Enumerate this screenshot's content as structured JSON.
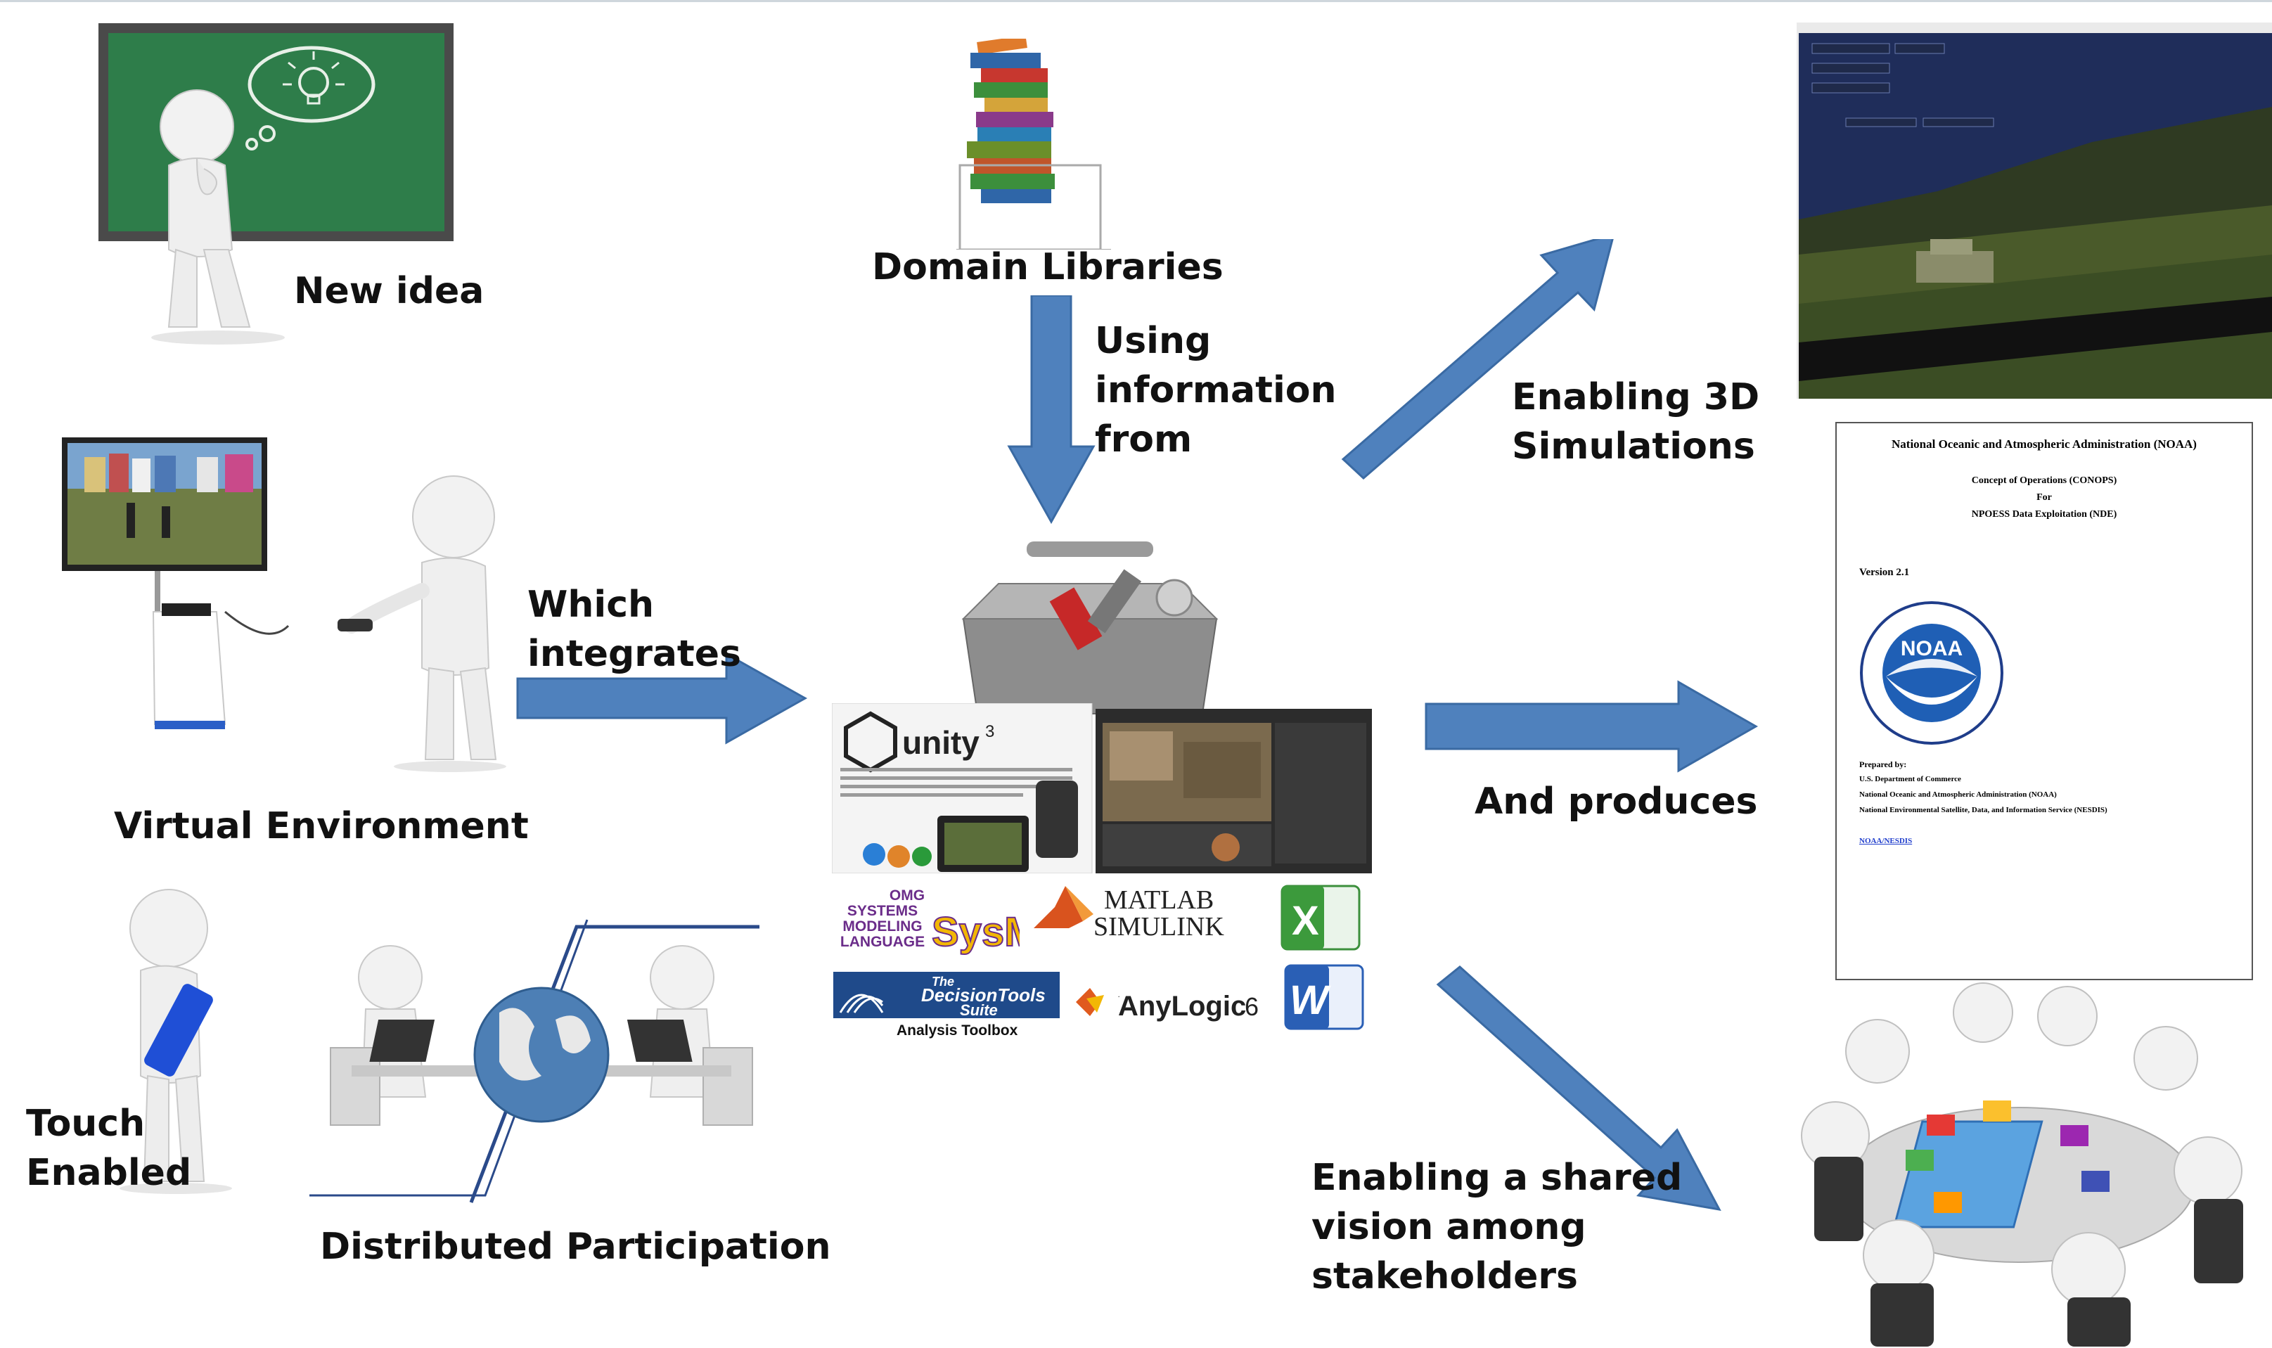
{
  "labels": {
    "new_idea": "New idea",
    "domain_libraries": "Domain Libraries",
    "using_info": [
      "Using",
      "information",
      "from"
    ],
    "which_integrates": [
      "Which",
      "integrates"
    ],
    "virtual_environment": "Virtual Environment",
    "touch_enabled": [
      "Touch",
      "Enabled"
    ],
    "distributed_participation": "Distributed Participation",
    "enabling_3d": [
      "Enabling 3D",
      "Simulations"
    ],
    "and_produces": "And produces",
    "shared_vision": [
      "Enabling a shared",
      "vision among",
      "stakeholders"
    ]
  },
  "tools": {
    "unity_logo": "unity",
    "unity_version": "3",
    "sysml": [
      "OMG",
      "SYSTEMS",
      "MODELING",
      "LANGUAGE"
    ],
    "sysml_mark": "SysML",
    "matlab": "MATLAB",
    "simulink": "SIMULINK",
    "decision_tools": [
      "The",
      "DecisionTools",
      "Suite"
    ],
    "analysis_toolbox": "Analysis Toolbox",
    "anylogic": "AnyLogic",
    "anylogic_version": "6",
    "excel_mark": "X",
    "word_mark": "W"
  },
  "document": {
    "header": "National Oceanic and Atmospheric Administration (NOAA)",
    "title_lines": [
      "Concept of Operations (CONOPS)",
      "For",
      "NPOESS Data Exploitation (NDE)"
    ],
    "version": "Version 2.1",
    "logo_text": "NOAA",
    "prepared_by": "Prepared by:",
    "orgs": [
      "U.S. Department of Commerce",
      "National Oceanic and Atmospheric Administration (NOAA)",
      "National Environmental Satellite, Data, and Information Service (NESDIS)"
    ],
    "link": "NOAA/NESDIS"
  },
  "colors": {
    "arrow": "#4f81bd",
    "arrow_stroke": "#3a6aa3",
    "chalkboard": "#2e7d4a",
    "sim_sky": "#1f2d5a"
  }
}
